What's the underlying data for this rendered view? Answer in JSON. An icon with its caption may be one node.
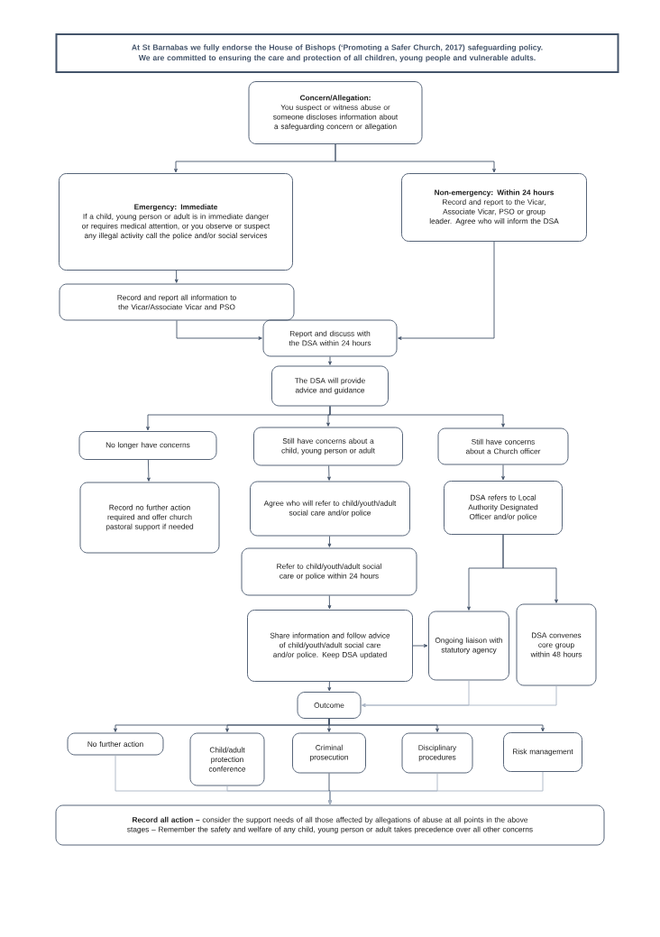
{
  "diagram": {
    "nodes": [
      {
        "text": [
          "At St Barnabas we fully endorse the House of Bishops (‘Promoting a Safer Church, 2017) safeguarding policy. We are committed to ensuring the care and protection of all children, young people and vulnerable adults."
        ]
      },
      {
        "text": [
          "Concern/Allegation:",
          "You suspect or witness abuse or someone discloses information about a safeguarding concern or allegation"
        ]
      },
      {
        "text": [
          "Emergency: Immediate",
          "If a child, young person or adult is in immediate danger or requires medical attention, or you observe or suspect any illegal activity call the police and/or social services"
        ]
      },
      {
        "text": [
          "Non-emergency: Within 24 hours",
          "Record and report to the Vicar, Associate Vicar, PSO or group leader. Agree who will inform the DSA"
        ]
      },
      {
        "text": [
          "Record and report all information to the Vicar/Associate Vicar and PSO"
        ]
      },
      {
        "text": [
          "Report and discuss with the DSA within 24 hours"
        ]
      },
      {
        "text": [
          "The DSA will provide advice and guidance"
        ]
      },
      {
        "text": [
          "No longer have concerns"
        ]
      },
      {
        "text": [
          "Still have concerns about a child, young person or adult"
        ]
      },
      {
        "text": [
          "Still have concerns about a Church officer"
        ]
      },
      {
        "text": [
          "Record no further action required and offer church pastoral support if needed"
        ]
      },
      {
        "text": [
          "Agree who will refer to child/youth/adult social care and/or police"
        ]
      },
      {
        "text": [
          "DSA refers to Local Authority Designated Officer and/or police"
        ]
      },
      {
        "text": [
          "Refer to child/youth/adult social care or police within 24 hours"
        ]
      },
      {
        "text": [
          "Share information and follow advice of child/youth/adult social care and/or police. Keep DSA updated"
        ]
      },
      {
        "text": [
          "Ongoing liaison with statutory agency"
        ]
      },
      {
        "text": [
          "DSA convenes core group within 48 hours"
        ]
      },
      {
        "text": [
          "Outcome"
        ]
      },
      {
        "text": [
          "No further action"
        ]
      },
      {
        "text": [
          "Child/adult protection conference"
        ]
      },
      {
        "text": [
          "Criminal prosecution"
        ]
      },
      {
        "text": [
          "Disciplinary procedures"
        ]
      },
      {
        "text": [
          "Risk management"
        ]
      },
      {
        "text": [
          "**Record all action –** consider the support needs of all those affected by allegations of abuse at all points in the above stages – Remember the safety and welfare of any child, young person or adult takes precedence over all other concerns"
        ]
      }
    ],
    "edges": [
      {
        "from": 1,
        "to": 2,
        "arrow": "to"
      },
      {
        "from": 1,
        "to": 3,
        "arrow": "to"
      },
      {
        "from": 2,
        "to": 4,
        "arrow": "to"
      },
      {
        "from": 4,
        "to": 5,
        "arrow": "to"
      },
      {
        "from": 3,
        "to": 5,
        "arrow": "to"
      },
      {
        "from": 5,
        "to": 6,
        "arrow": "to"
      },
      {
        "from": 6,
        "to": 7,
        "arrow": "to"
      },
      {
        "from": 6,
        "to": 8,
        "arrow": "to"
      },
      {
        "from": 6,
        "to": 9,
        "arrow": "to"
      },
      {
        "from": 7,
        "to": 10,
        "arrow": "to"
      },
      {
        "from": 8,
        "to": 11,
        "arrow": "to"
      },
      {
        "from": 9,
        "to": 12,
        "arrow": "to"
      },
      {
        "from": 11,
        "to": 13,
        "arrow": "to"
      },
      {
        "from": 13,
        "to": 14,
        "arrow": "to"
      },
      {
        "from": 12,
        "to": 15,
        "arrow": "to"
      },
      {
        "from": 12,
        "to": 16,
        "arrow": "to"
      },
      {
        "from": 14,
        "to": 15,
        "arrow": "to"
      },
      {
        "from": 14,
        "to": 17,
        "arrow": "to"
      },
      {
        "from": 15,
        "to": 17,
        "arrow": "to",
        "color": "#a9b4c4"
      },
      {
        "from": 16,
        "to": 17,
        "arrow": "to",
        "color": "#a9b4c4"
      },
      {
        "from": 17,
        "to": 18,
        "arrow": "to"
      },
      {
        "from": 17,
        "to": 19,
        "arrow": "to"
      },
      {
        "from": 17,
        "to": 20,
        "arrow": "to"
      },
      {
        "from": 17,
        "to": 21,
        "arrow": "to"
      },
      {
        "from": 17,
        "to": 22,
        "arrow": "to"
      },
      {
        "from": 18,
        "to": 23,
        "arrow": "to",
        "color": "#a9b4c4"
      },
      {
        "from": 19,
        "to": 23,
        "arrow": "to",
        "color": "#a9b4c4"
      },
      {
        "from": 20,
        "to": 23,
        "arrow": "to"
      },
      {
        "from": 21,
        "to": 23,
        "arrow": "to",
        "color": "#a9b4c4"
      },
      {
        "from": 22,
        "to": 23,
        "arrow": "to",
        "color": "#a9b4c4"
      }
    ]
  }
}
